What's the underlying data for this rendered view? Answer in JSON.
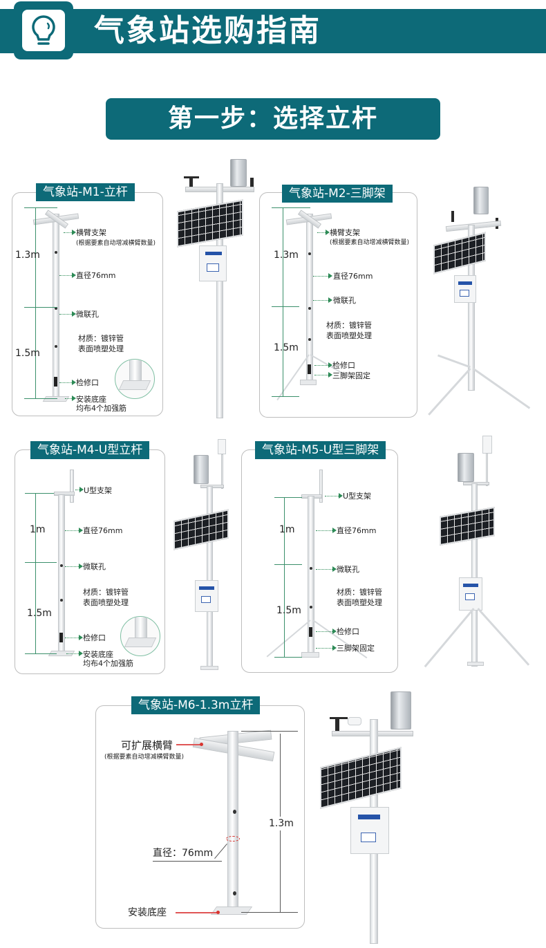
{
  "header": {
    "title": "气象站选购指南",
    "icon": "lightbulb-icon",
    "color": "#0d6a78"
  },
  "step": {
    "label": "第一步：选择立杆"
  },
  "models": [
    {
      "id": "M1",
      "title": "气象站-M1-立杆",
      "dims": [
        "1.3m",
        "1.5m"
      ],
      "annotations": {
        "crossarm": "横臂支架",
        "crossarm_note": "(根据要素自动增减横臂数量)",
        "diameter": "直径76mm",
        "coupling_hole": "微联孔",
        "material_line1": "材质：镀锌管",
        "material_line2": "表面喷塑处理",
        "access_port": "检修口",
        "base_line1": "安装底座",
        "base_line2": "均布4个加强筋"
      }
    },
    {
      "id": "M2",
      "title": "气象站-M2-三脚架",
      "dims": [
        "1.3m",
        "1.5m"
      ],
      "annotations": {
        "crossarm": "横臂支架",
        "crossarm_note": "(根据要素自动增减横臂数量)",
        "diameter": "直径76mm",
        "coupling_hole": "微联孔",
        "material_line1": "材质：镀锌管",
        "material_line2": "表面喷塑处理",
        "access_port": "检修口",
        "tripod_fix": "三脚架固定"
      }
    },
    {
      "id": "M4",
      "title": "气象站-M4-U型立杆",
      "dims": [
        "1m",
        "1.5m"
      ],
      "annotations": {
        "u_bracket": "U型支架",
        "diameter": "直径76mm",
        "coupling_hole": "微联孔",
        "material_line1": "材质：镀锌管",
        "material_line2": "表面喷塑处理",
        "access_port": "检修口",
        "base_line1": "安装底座",
        "base_line2": "均布4个加强筋"
      }
    },
    {
      "id": "M5",
      "title": "气象站-M5-U型三脚架",
      "dims": [
        "1m",
        "1.5m"
      ],
      "annotations": {
        "u_bracket": "U型支架",
        "diameter": "直径76mm",
        "coupling_hole": "微联孔",
        "material_line1": "材质：镀锌管",
        "material_line2": "表面喷塑处理",
        "access_port": "检修口",
        "tripod_fix": "三脚架固定"
      }
    },
    {
      "id": "M6",
      "title": "气象站-M6-1.3m立杆",
      "dims": [
        "1.3m"
      ],
      "annotations": {
        "crossarm": "可扩展横臂",
        "crossarm_note": "(根据要素自动增减横臂数量)",
        "diameter": "直径：76mm",
        "base": "安装底座"
      }
    }
  ],
  "colors": {
    "brand_teal": "#0d6a78",
    "dimension_green": "#3a8f6a",
    "arrow_green": "#2e8b57",
    "callout_red": "#e05555"
  }
}
